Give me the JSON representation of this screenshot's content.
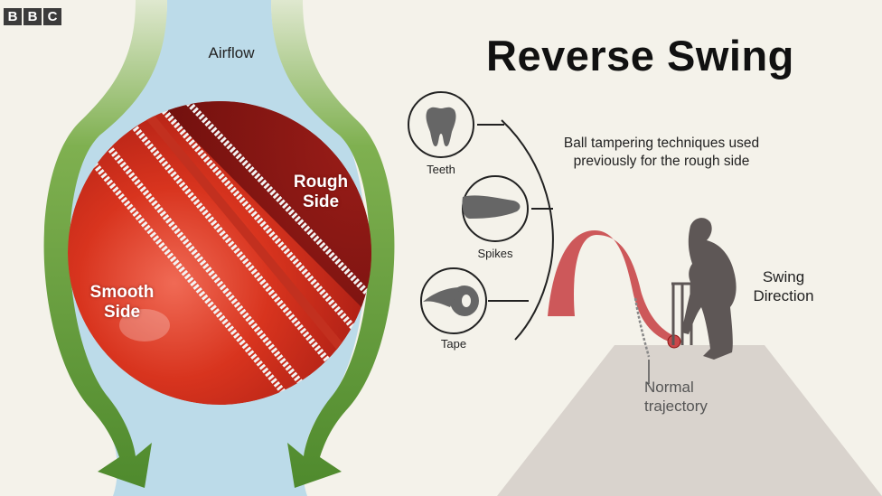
{
  "brand": {
    "logo_letters": [
      "B",
      "B",
      "C"
    ]
  },
  "title": "Reverse Swing",
  "ball_diagram": {
    "airflow_label": "Airflow",
    "rough_side_label": [
      "Rough",
      "Side"
    ],
    "smooth_side_label": [
      "Smooth",
      "Side"
    ],
    "colors": {
      "airflow": "#bcdbe9",
      "arrow_green": "#5e9a3a",
      "ball_rough": "#8a1512",
      "ball_smooth": "#d8341e",
      "seam": "#f3f3f3"
    }
  },
  "tampering": {
    "heading": [
      "Ball tampering techniques used",
      "previously for the rough side"
    ],
    "techniques": [
      {
        "label": "Teeth",
        "icon": "tooth-icon"
      },
      {
        "label": "Spikes",
        "icon": "spiked-shoe-icon"
      },
      {
        "label": "Tape",
        "icon": "tape-roll-icon"
      }
    ]
  },
  "pitch_diagram": {
    "swing_label": [
      "Swing",
      "Direction"
    ],
    "normal_label": [
      "Normal",
      "trajectory"
    ],
    "colors": {
      "trajectory": "#c9474a",
      "pitch": "#d9d3cd",
      "batsman": "#5e5756"
    }
  }
}
